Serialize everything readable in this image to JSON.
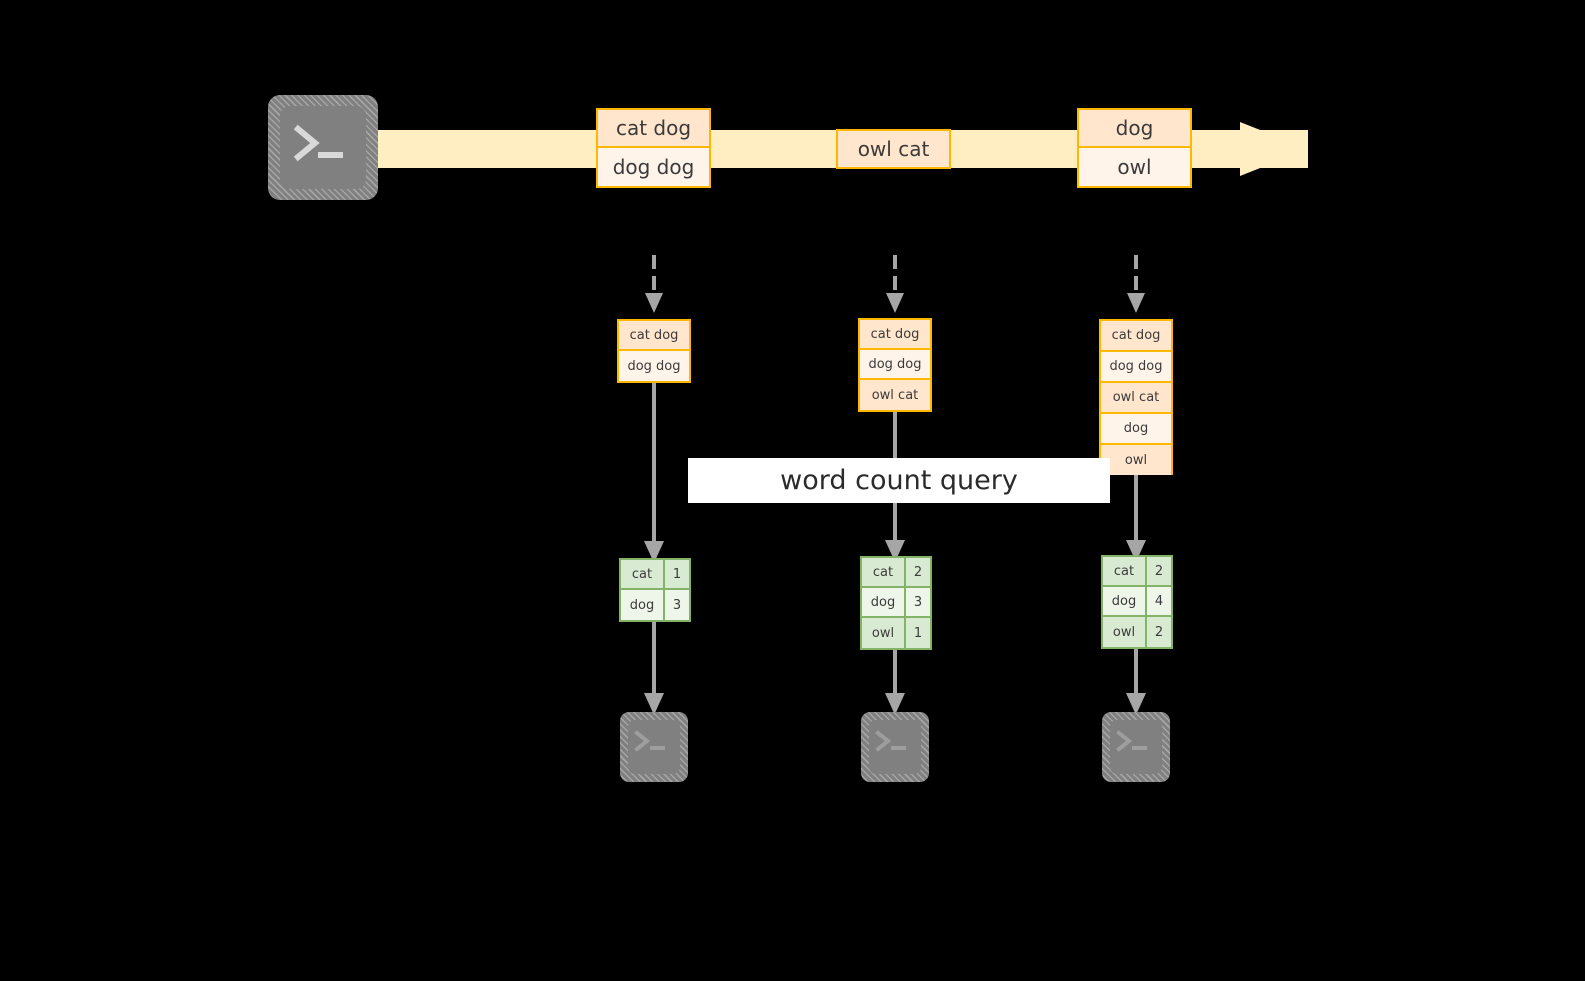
{
  "diagram": {
    "title_banner": "word count query",
    "colors": {
      "stream_band": "#ffeec2",
      "message_border": "#ffb700",
      "message_fill_dark": "#ffe6cc",
      "message_fill_light": "#fff4e9",
      "result_border": "#82b366",
      "result_fill_dark": "#d9ead3",
      "result_fill_light": "#eef5e9",
      "connector": "#a6a6a6",
      "terminal_body": "#808080",
      "banner_bg": "#ffffff",
      "background": "#000000"
    },
    "producer": {
      "icon": "terminal-icon",
      "prompt": ">_"
    },
    "stream": {
      "messages": [
        {
          "rows": [
            {
              "text": "cat dog",
              "shade": "dark"
            },
            {
              "text": "dog dog",
              "shade": "light"
            }
          ]
        },
        {
          "rows": [
            {
              "text": "owl cat",
              "shade": "dark"
            }
          ]
        },
        {
          "rows": [
            {
              "text": "dog",
              "shade": "dark"
            },
            {
              "text": "owl",
              "shade": "light"
            }
          ]
        }
      ]
    },
    "snapshots": [
      {
        "rows": [
          {
            "text": "cat dog",
            "shade": "dark"
          },
          {
            "text": "dog dog",
            "shade": "light"
          }
        ]
      },
      {
        "rows": [
          {
            "text": "cat dog",
            "shade": "dark"
          },
          {
            "text": "dog dog",
            "shade": "light"
          },
          {
            "text": "owl cat",
            "shade": "dark"
          }
        ]
      },
      {
        "rows": [
          {
            "text": "cat dog",
            "shade": "dark"
          },
          {
            "text": "dog dog",
            "shade": "light"
          },
          {
            "text": "owl cat",
            "shade": "dark"
          },
          {
            "text": "dog",
            "shade": "light"
          },
          {
            "text": "owl",
            "shade": "dark"
          }
        ]
      }
    ],
    "results": [
      {
        "rows": [
          {
            "key": "cat",
            "value": "1",
            "shade": "dark"
          },
          {
            "key": "dog",
            "value": "3",
            "shade": "light"
          }
        ]
      },
      {
        "rows": [
          {
            "key": "cat",
            "value": "2",
            "shade": "dark"
          },
          {
            "key": "dog",
            "value": "3",
            "shade": "light"
          },
          {
            "key": "owl",
            "value": "1",
            "shade": "dark"
          }
        ]
      },
      {
        "rows": [
          {
            "key": "cat",
            "value": "2",
            "shade": "dark"
          },
          {
            "key": "dog",
            "value": "4",
            "shade": "light"
          },
          {
            "key": "owl",
            "value": "2",
            "shade": "dark"
          }
        ]
      }
    ],
    "consumers": [
      {
        "icon": "terminal-icon",
        "prompt": ">_"
      },
      {
        "icon": "terminal-icon",
        "prompt": ">_"
      },
      {
        "icon": "terminal-icon",
        "prompt": ">_"
      }
    ]
  }
}
